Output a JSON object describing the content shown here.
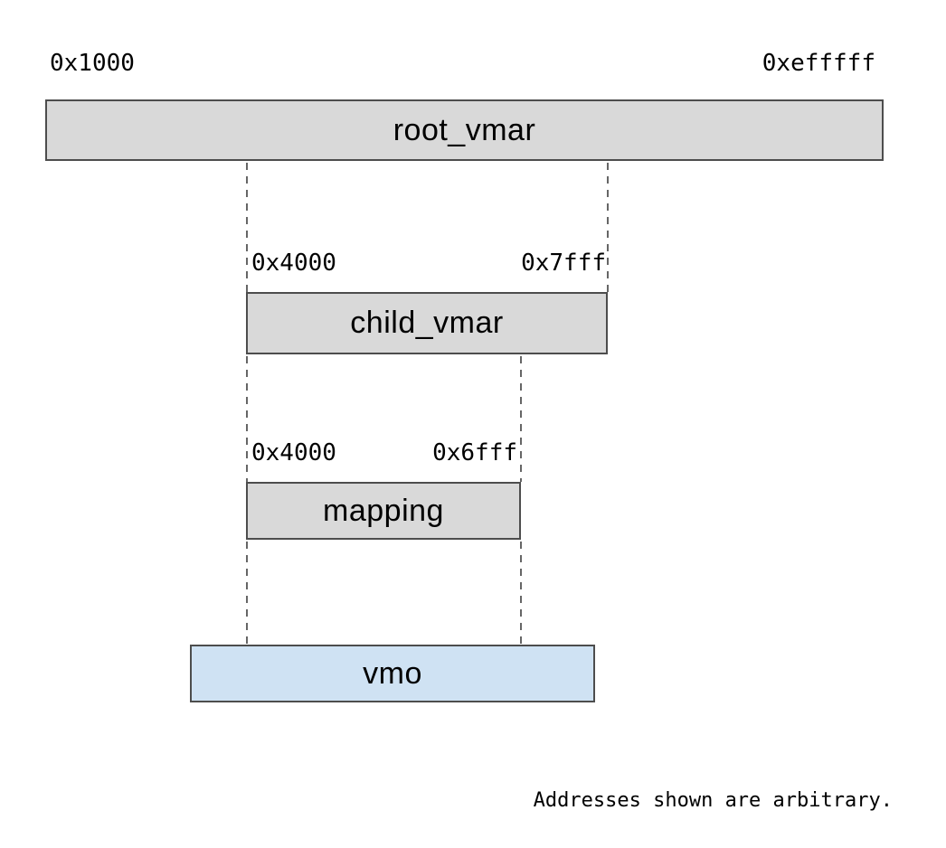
{
  "diagram": {
    "title_hint": "vmar-address-space-diagram",
    "root_vmar": {
      "label": "root_vmar",
      "start_addr": "0x1000",
      "end_addr": "0xefffff"
    },
    "child_vmar": {
      "label": "child_vmar",
      "start_addr": "0x4000",
      "end_addr": "0x7fff"
    },
    "mapping": {
      "label": "mapping",
      "start_addr": "0x4000",
      "end_addr": "0x6fff"
    },
    "vmo": {
      "label": "vmo"
    },
    "footnote": "Addresses shown are arbitrary."
  },
  "colors": {
    "box_fill": "#d9d9d9",
    "vmo_fill": "#cfe2f3",
    "box_border": "#4d4d4d",
    "dash_color": "#666666",
    "text_color": "#000000"
  }
}
